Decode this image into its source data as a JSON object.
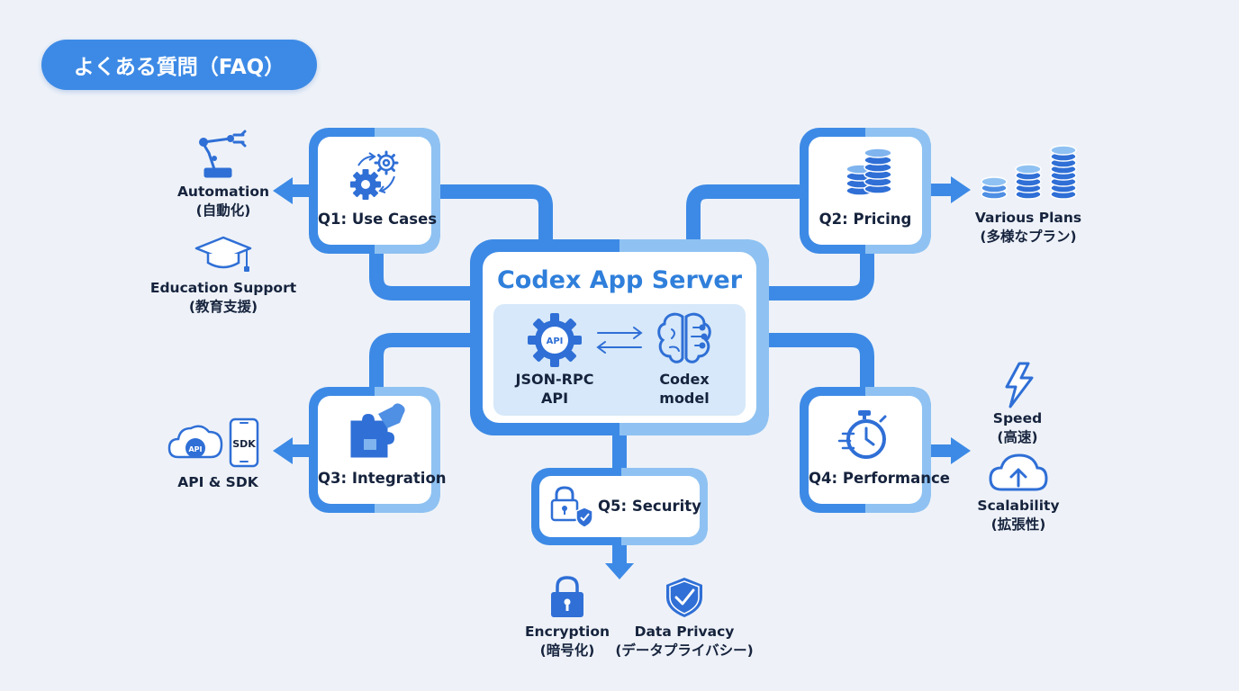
{
  "title": "よくある質問（FAQ）",
  "center": {
    "title": "Codex App Server",
    "left_label": [
      "JSON-RPC",
      "API"
    ],
    "right_label": [
      "Codex",
      "model"
    ],
    "api_icon_text": "API"
  },
  "questions": {
    "q1": "Q1: Use Cases",
    "q2": "Q2: Pricing",
    "q3": "Q3: Integration",
    "q4": "Q4: Performance",
    "q5": "Q5: Security"
  },
  "outputs": {
    "automation": [
      "Automation",
      "(自動化)"
    ],
    "education": [
      "Education Support",
      "(教育支援)"
    ],
    "plans": [
      "Various Plans",
      "(多様なプラン)"
    ],
    "api_sdk": "API & SDK",
    "sdk_icon_text": "SDK",
    "api_cloud_text": "API",
    "speed": [
      "Speed",
      "(高速)"
    ],
    "scalability": [
      "Scalability",
      "(拡張性)"
    ],
    "encryption": [
      "Encryption",
      "(暗号化)"
    ],
    "privacy": [
      "Data Privacy",
      "(データプライバシー)"
    ]
  },
  "colors": {
    "background": "#eef2f8",
    "accent": "#3d8ae6",
    "accent_light": "#8fc2f2",
    "icon_blue": "#2f6fd6",
    "inner_panel": "#d6e8f9"
  }
}
